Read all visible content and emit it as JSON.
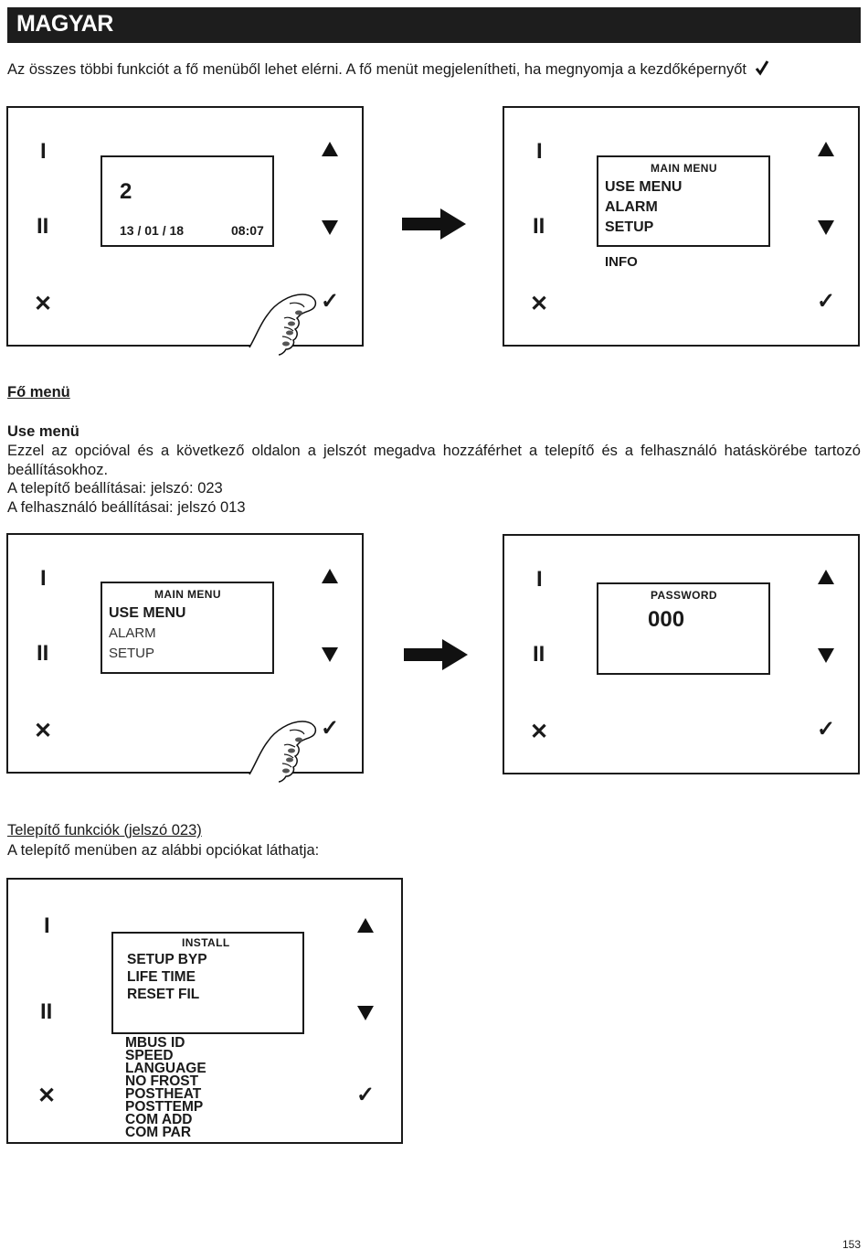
{
  "header": {
    "title": "MAGYAR"
  },
  "intro": {
    "text": "Az összes többi funkciót a fő menüből lehet elérni. A fő menüt megjelenítheti, ha megnyomja a kezdőképernyőt",
    "check_icon": "check-icon"
  },
  "panel_home": {
    "screen_number": "2",
    "date": "13 / 01 / 18",
    "time": "08:07",
    "buttons": {
      "one": "I",
      "two": "II",
      "cancel": "✕",
      "ok": "✓"
    }
  },
  "panel_mainmenu1": {
    "heading": "MAIN MENU",
    "items": [
      "USE MENU",
      "ALARM",
      "SETUP"
    ],
    "extra": "INFO",
    "buttons": {
      "one": "I",
      "two": "II",
      "cancel": "✕",
      "ok": "✓"
    }
  },
  "section_main": {
    "title": "Fő menü",
    "subtitle": "Use menü",
    "body": "Ezzel az opcióval és a következő oldalon a jelszót megadva hozzáférhet a telepítő és a felhasználó hatáskörébe tartozó beállításokhoz.",
    "line_installer": "A telepítő beállításai: jelszó: 023",
    "line_user": "A felhasználó beállításai: jelszó 013"
  },
  "panel_mainmenu2": {
    "heading": "MAIN MENU",
    "items": [
      "USE MENU",
      "ALARM",
      "SETUP"
    ],
    "buttons": {
      "one": "I",
      "two": "II",
      "cancel": "✕",
      "ok": "✓"
    }
  },
  "panel_password": {
    "heading": "PASSWORD",
    "value": "000",
    "buttons": {
      "one": "I",
      "two": "II",
      "cancel": "✕",
      "ok": "✓"
    }
  },
  "section_installer": {
    "title": "Telepítő funkciók (jelszó 023)",
    "body": "A telepítő menüben az alábbi opciókat láthatja:"
  },
  "panel_install": {
    "heading": "INSTALL",
    "items": [
      "SETUP BYP",
      "LIFE TIME",
      "RESET FIL"
    ],
    "more_items": [
      "MBUS ID",
      "SPEED",
      "LANGUAGE",
      "NO FROST",
      "POSTHEAT",
      "POSTTEMP",
      "COM ADD",
      "COM PAR"
    ],
    "buttons": {
      "one": "I",
      "two": "II",
      "cancel": "✕",
      "ok": "✓"
    }
  },
  "page_number": "153"
}
